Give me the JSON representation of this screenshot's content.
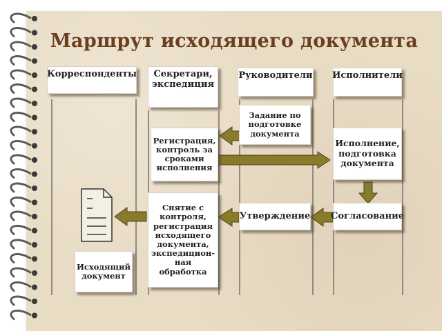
{
  "title": "Маршрут исходящего документа",
  "lanes": [
    {
      "id": "correspondents",
      "label": "Корреспонденты"
    },
    {
      "id": "secretaries",
      "label": "Секретари, экспедиция"
    },
    {
      "id": "managers",
      "label": "Руководители"
    },
    {
      "id": "executors",
      "label": "Исполнители"
    }
  ],
  "steps": {
    "task": "Задание по подготовке документа",
    "registration": "Регистрация, контроль за сроками исполнения",
    "execution": "Исполнение, подготовка документа",
    "approval": "Утверждение",
    "agreement": "Согласование",
    "removal": "Снятие с контроля, регистрация исходящего документа, экспедицион-ная обработка",
    "outgoing": "Исходящий документ"
  },
  "icons": [
    "spiral-binding-icon",
    "document-icon"
  ],
  "colors": {
    "paper": "#e9dcc5",
    "title": "#6a3f1f",
    "arrow_fill": "#8a7a2c",
    "arrow_stroke": "#4d4416"
  }
}
